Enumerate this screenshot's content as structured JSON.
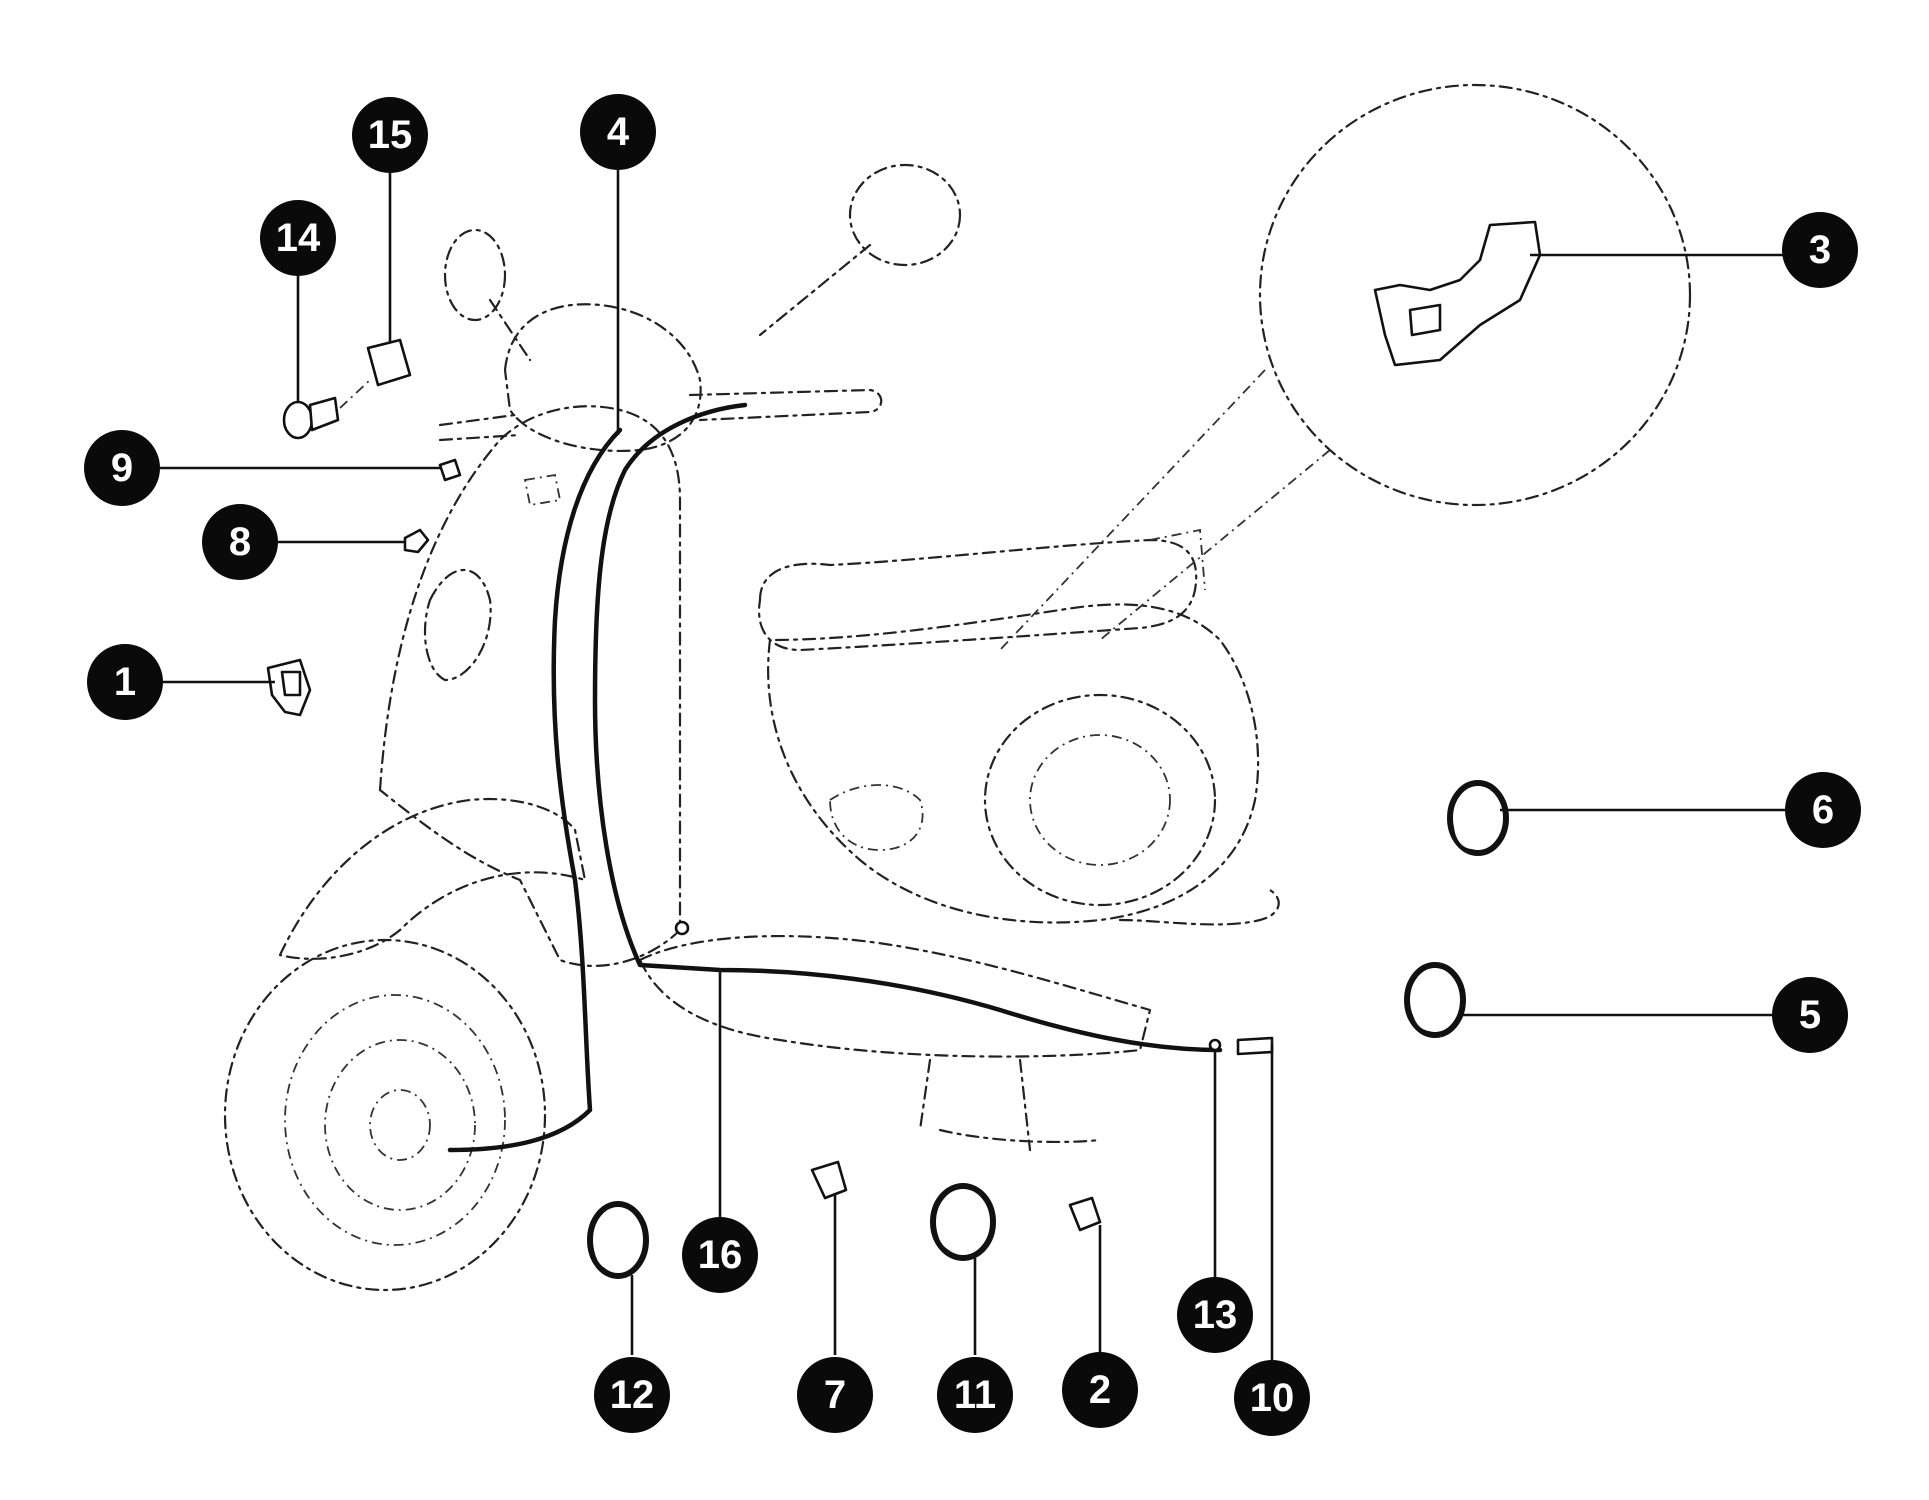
{
  "callouts": [
    {
      "id": "1",
      "label": "1"
    },
    {
      "id": "2",
      "label": "2"
    },
    {
      "id": "3",
      "label": "3"
    },
    {
      "id": "4",
      "label": "4"
    },
    {
      "id": "5",
      "label": "5"
    },
    {
      "id": "6",
      "label": "6"
    },
    {
      "id": "7",
      "label": "7"
    },
    {
      "id": "8",
      "label": "8"
    },
    {
      "id": "9",
      "label": "9"
    },
    {
      "id": "10",
      "label": "10"
    },
    {
      "id": "11",
      "label": "11"
    },
    {
      "id": "12",
      "label": "12"
    },
    {
      "id": "13",
      "label": "13"
    },
    {
      "id": "14",
      "label": "14"
    },
    {
      "id": "15",
      "label": "15"
    },
    {
      "id": "16",
      "label": "16"
    }
  ],
  "colors": {
    "ink": "#0a0a0a",
    "background": "#ffffff",
    "label_text": "#ffffff"
  }
}
